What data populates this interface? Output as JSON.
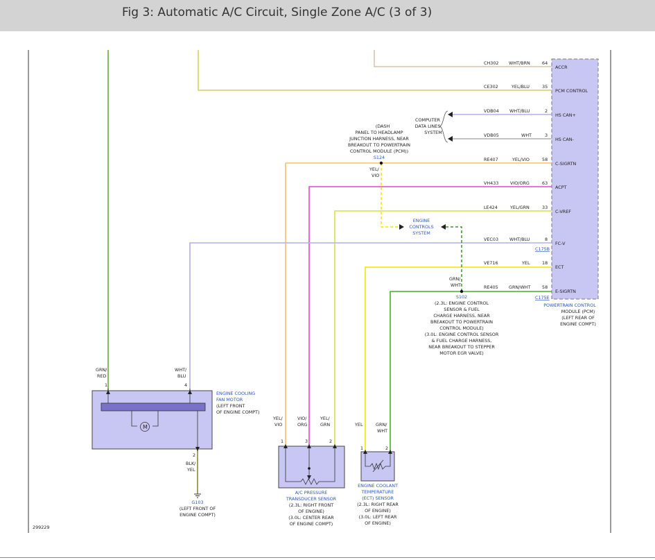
{
  "header": {
    "title": "Fig 3: Automatic A/C Circuit, Single Zone A/C (3 of 3)"
  },
  "colors": {
    "header_bg": "#d3d3d3",
    "module_fill": "#c8c6f2",
    "module_border": "#7a7a7a",
    "wire_yel_vio": "#f5c06a",
    "wire_vio_org": "#f040c8",
    "wire_yel_grn": "#d8e04a",
    "wire_wht_blu": "#b2b0ec",
    "wire_yel": "#f5e400",
    "wire_grn_wht": "#4eac2e",
    "wire_grn_red": "#6aa838",
    "wire_wht_brn": "#d8c2aa",
    "wire_dash_yel": "#f5e400",
    "wire_dash_grn": "#3a9a22",
    "text_blue": "#2a55c0"
  },
  "pcm_wires": [
    {
      "circuit": "CH302",
      "color": "WHT/BRN",
      "pin": "64",
      "signal": "ACCR"
    },
    {
      "circuit": "CE302",
      "color": "YEL/BLU",
      "pin": "35",
      "signal": "PCM CONTROL"
    },
    {
      "circuit": "VDB04",
      "color": "WHT/BLU",
      "pin": "2",
      "signal": "HS CAN+"
    },
    {
      "circuit": "VDB05",
      "color": "WHT",
      "pin": "3",
      "signal": "HS CAN-"
    },
    {
      "circuit": "RE407",
      "color": "YEL/VIO",
      "pin": "58",
      "signal": "C-SIGRTN"
    },
    {
      "circuit": "VH433",
      "color": "VIO/ORG",
      "pin": "63",
      "signal": "ACPT"
    },
    {
      "circuit": "LE424",
      "color": "YEL/GRN",
      "pin": "33",
      "signal": "C-VREF"
    },
    {
      "circuit": "VEC03",
      "color": "WHT/BLU",
      "pin": "8",
      "signal": "FC-V"
    },
    {
      "circuit": "VE716",
      "color": "YEL",
      "pin": "18",
      "signal": "ECT"
    },
    {
      "circuit": "RE405",
      "color": "GRN/WHT",
      "pin": "58",
      "signal": "E-SIGRTN"
    }
  ],
  "connectors": {
    "c175b": "C175B",
    "c175e": "C175E"
  },
  "pcm": {
    "l1": "POWERTRAIN CONTROL",
    "l2": "MODULE (PCM)",
    "l3": "(LEFT REAR OF",
    "l4": "ENGINE COMPT)"
  },
  "computer_data": {
    "l1": "COMPUTER",
    "l2": "DATA LINES",
    "l3": "SYSTEM"
  },
  "s124": {
    "desc": [
      "(DASH",
      "PANEL TO HEADLAMP",
      "JUNCTION HARNESS, NEAR",
      "BREAKOUT TO POWERTRAIN",
      "CONTROL MODULE (PCM))"
    ],
    "id": "S124",
    "wire_l1": "YEL/",
    "wire_l2": "VIO"
  },
  "engine_controls": {
    "l1": "ENGINE",
    "l2": "CONTROLS",
    "l3": "SYSTEM"
  },
  "s102": {
    "wire_l1": "GRN/",
    "wire_l2": "WHT",
    "id": "S102",
    "desc": [
      "(2.3L: ENGINE CONTROL",
      "SENSOR & FUEL",
      "CHARGE HARNESS, NEAR",
      "BREAKOUT TO POWERTRAIN",
      "CONTROL MODULE)",
      "(3.0L: ENGINE CONTROL SENSOR",
      "& FUEL CHARGE HARNESS,",
      "NEAR BREAKOUT TO STEPPER",
      "MOTOR EGR VALVE)"
    ]
  },
  "fan": {
    "w1_l1": "GRN/",
    "w1_l2": "RED",
    "pin1": "1",
    "w2_l1": "WHT/",
    "w2_l2": "BLU",
    "pin4": "4",
    "label": [
      "ENGINE COOLING",
      "FAN MOTOR",
      "(LEFT FRONT",
      "OF ENGINE COMPT)"
    ],
    "motor": "M",
    "pin2": "2",
    "gnd_l1": "BLK/",
    "gnd_l2": "YEL"
  },
  "g103": {
    "id": "G103",
    "l1": "(LEFT FRONT OF",
    "l2": "ENGINE COMPT)"
  },
  "acpt": {
    "w1_l1": "YEL/",
    "w1_l2": "VIO",
    "w3_l1": "VIO/",
    "w3_l2": "ORG",
    "w2_l1": "YEL/",
    "w2_l2": "GRN",
    "pin1": "1",
    "pin3": "3",
    "pin2": "2",
    "label": [
      "A/C PRESSURE",
      "TRANSDUCER SENSOR"
    ],
    "desc": [
      "(2.3L: RIGHT FRONT",
      "OF ENGINE)",
      "(3.0L: CENTER REAR",
      "OF ENGINE COMPT)"
    ]
  },
  "ect": {
    "w1": "YEL",
    "w2_l1": "GRN/",
    "w2_l2": "WHT",
    "pin1": "1",
    "pin2": "2",
    "label": [
      "ENGINE COOLANT",
      "TEMPERATURE",
      "(ECT) SENSOR"
    ],
    "desc": [
      "(2.3L: RIGHT REAR",
      "OF ENGINE)",
      "(3.0L: LEFT REAR",
      "OF ENGINE)"
    ]
  },
  "figure_number": "299229"
}
